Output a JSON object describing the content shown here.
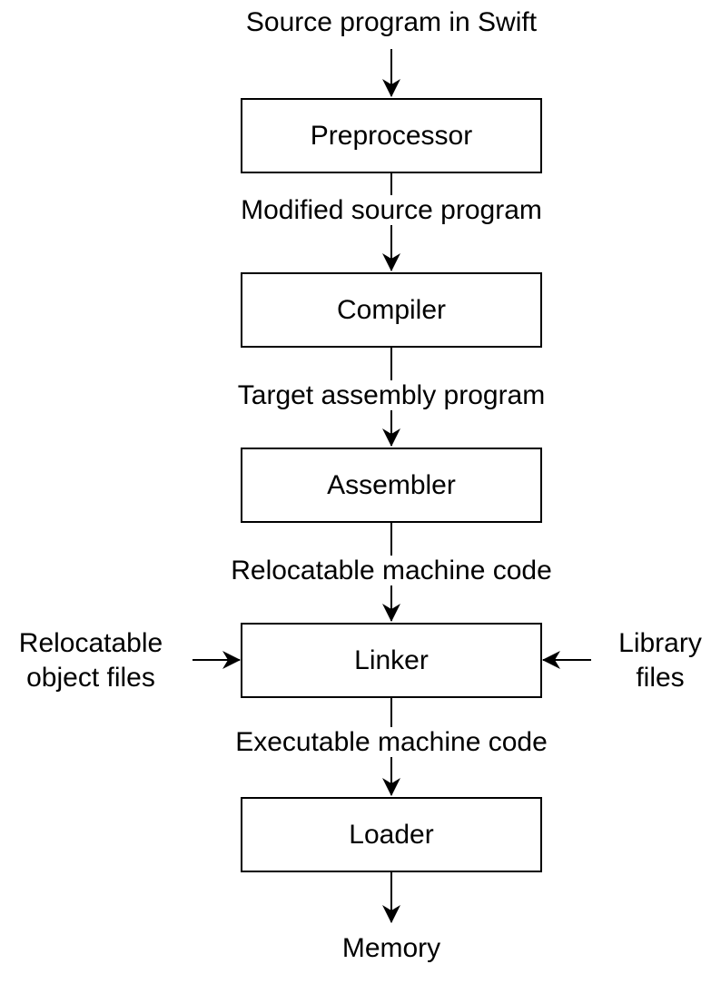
{
  "diagram": {
    "input_label": "Source program in Swift",
    "output_label": "Memory",
    "stages": [
      {
        "label": "Preprocessor"
      },
      {
        "label": "Compiler"
      },
      {
        "label": "Assembler"
      },
      {
        "label": "Linker"
      },
      {
        "label": "Loader"
      }
    ],
    "flows": [
      {
        "label": "Modified source program"
      },
      {
        "label": "Target assembly program"
      },
      {
        "label": "Relocatable machine code"
      },
      {
        "label": "Executable machine code"
      }
    ],
    "linker_inputs": {
      "left_line1": "Relocatable",
      "left_line2": "object files",
      "right_line1": "Library",
      "right_line2": "files"
    }
  }
}
